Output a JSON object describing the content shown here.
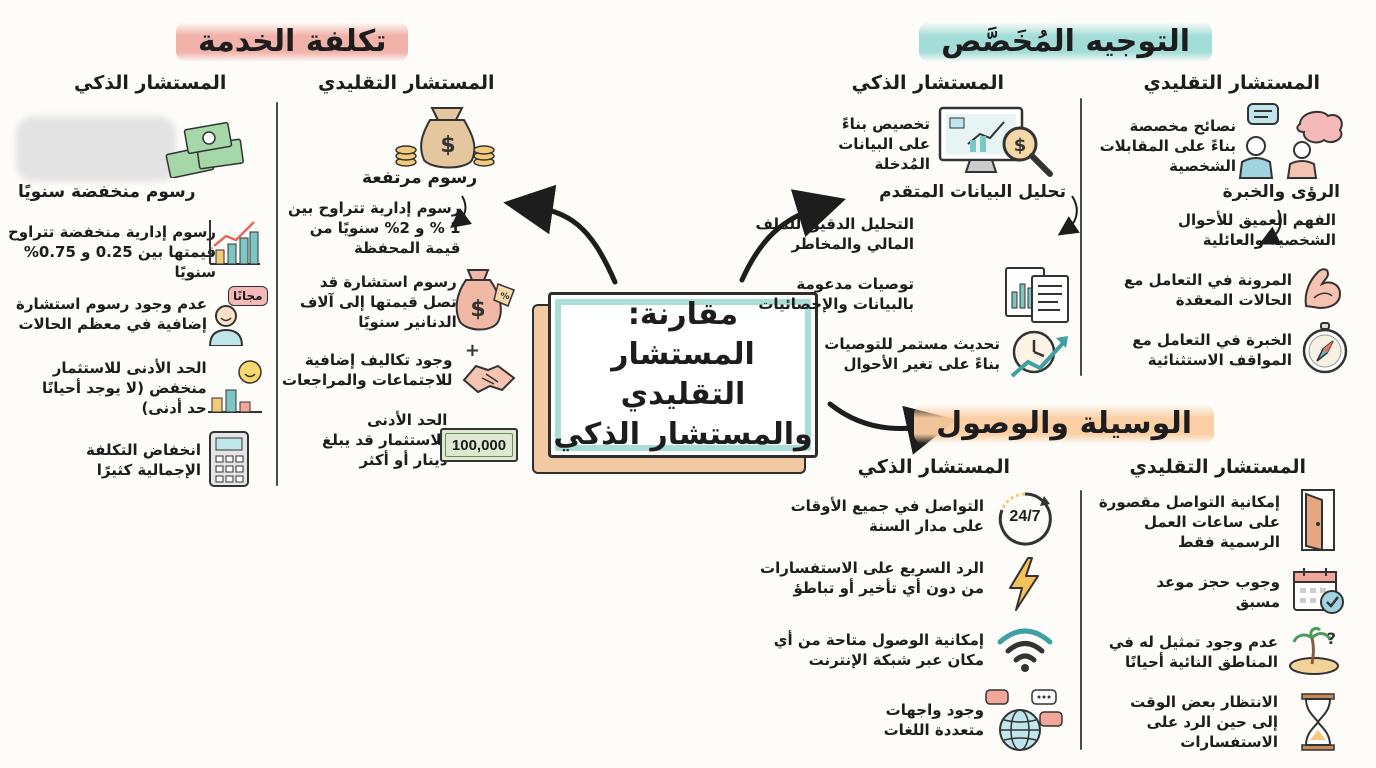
{
  "center": {
    "line1": "مقارنة:",
    "line2": "المستشار التقليدي",
    "line3": "والمستشار الذكي"
  },
  "personal": {
    "title": "التوجيه المُخَصَّص",
    "traditional": {
      "heading": "المستشار التقليدي",
      "items": [
        [
          "نصائح مخصصة",
          "بناءً على المقابلات",
          "الشخصية"
        ],
        [
          "الفهم العميق للأحوال",
          "الشخصية والعائلية"
        ],
        [
          "المرونة في التعامل مع",
          "الحالات المعقدة"
        ],
        [
          "الخبرة في التعامل مع",
          "المواقف الاستثنائية"
        ]
      ],
      "sub": "الرؤى والخبرة"
    },
    "smart": {
      "heading": "المستشار الذكي",
      "items": [
        [
          "تخصيص بناءً",
          "على البيانات",
          "المُدخلة"
        ],
        [
          "التحليل الدقيق للملف",
          "المالي والمخاطر"
        ],
        [
          "توصيات مدعومة",
          "بالبيانات والإحصائيات"
        ],
        [
          "تحديث مستمر للتوصيات",
          "بناءً على تغير الأحوال"
        ]
      ],
      "sub": "تحليل البيانات المتقدم"
    }
  },
  "cost": {
    "title": "تكلفة الخدمة",
    "traditional": {
      "heading": "المستشار التقليدي",
      "sub": "رسوم مرتفعة",
      "items": [
        [
          "رسوم إدارية تتراوح بين",
          "1 % و 2% سنويًا من",
          "قيمة المحفظة"
        ],
        [
          "رسوم استشارة قد",
          "تصل قيمتها إلى آلاف",
          "الدنانير سنويًا"
        ],
        [
          "وجود تكاليف إضافية",
          "للاجتماعات والمراجعات"
        ],
        [
          "الحد الأدنى",
          "للاستثمار قد يبلغ",
          "دينار أو أكثر"
        ]
      ],
      "bill_label": "100,000"
    },
    "smart": {
      "heading": "المستشار الذكي",
      "sub": "رسوم منخفضة سنويًا",
      "items": [
        [
          "رسوم إدارية منخفضة تتراوح",
          "قيمتها بين 0.25 و 0.75%",
          "سنويًا"
        ],
        [
          "عدم وجود رسوم استشارة",
          "إضافية في معظم الحالات"
        ],
        [
          "الحد الأدنى للاستثمار",
          "منخفض (لا يوجد أحيانًا",
          "حد أدنى)"
        ],
        [
          "انخفاض التكلفة",
          "الإجمالية كثيرًا"
        ]
      ],
      "free_badge": "مجانًا"
    }
  },
  "access": {
    "title": "الوسيلة والوصول",
    "traditional": {
      "heading": "المستشار التقليدي",
      "items": [
        [
          "إمكانية التواصل مقصورة",
          "على ساعات العمل",
          "الرسمية فقط"
        ],
        [
          "وجوب حجز موعد",
          "مسبق"
        ],
        [
          "عدم وجود تمثيل له في",
          "المناطق النائية أحيانًا"
        ],
        [
          "الانتظار بعض الوقت",
          "إلى حين الرد على",
          "الاستفسارات"
        ]
      ]
    },
    "smart": {
      "heading": "المستشار الذكي",
      "items": [
        [
          "التواصل في جميع الأوقات",
          "على مدار السنة"
        ],
        [
          "الرد السريع على الاستفسارات",
          "من دون أي تأخير أو تباطؤ"
        ],
        [
          "إمكانية الوصول متاحة من أي",
          "مكان عبر شبكة الإنترنت"
        ],
        [
          "وجود واجهات",
          "متعددة اللغات"
        ]
      ],
      "clock_label": "24/7"
    }
  },
  "colors": {
    "teal": "#a8ddd8",
    "salmon": "#f0aaa0",
    "peach": "#f3c9a4",
    "ink": "#1d1d1d"
  }
}
